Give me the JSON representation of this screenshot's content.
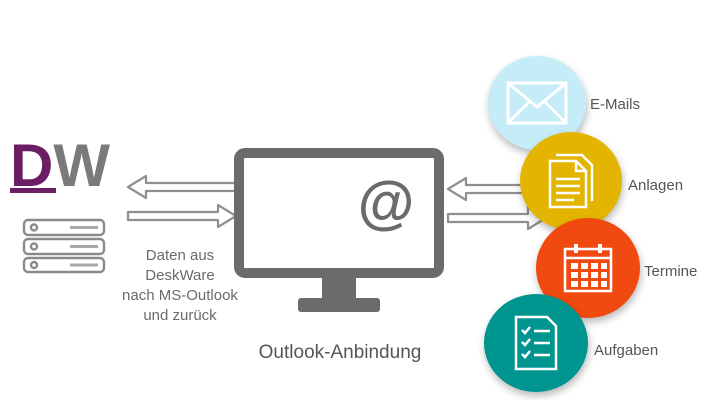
{
  "logo": {
    "text": "DW"
  },
  "left_caption": [
    "Daten aus",
    "DeskWare",
    "nach MS-Outlook",
    "und zurück"
  ],
  "main_caption": "Outlook-Anbindung",
  "screen_symbol": "@",
  "items": [
    {
      "label": "E-Mails",
      "icon": "envelope-icon",
      "color": "#c6ecf8"
    },
    {
      "label": "Anlagen",
      "icon": "document-icon",
      "color": "#e3b400"
    },
    {
      "label": "Termine",
      "icon": "calendar-icon",
      "color": "#f04a10"
    },
    {
      "label": "Aufgaben",
      "icon": "checklist-icon",
      "color": "#00958f"
    }
  ],
  "colors": {
    "brand_purple": "#6b1e63",
    "brand_gray": "#7a7a7a",
    "monitor": "#6b6b6b",
    "text": "#555555"
  }
}
